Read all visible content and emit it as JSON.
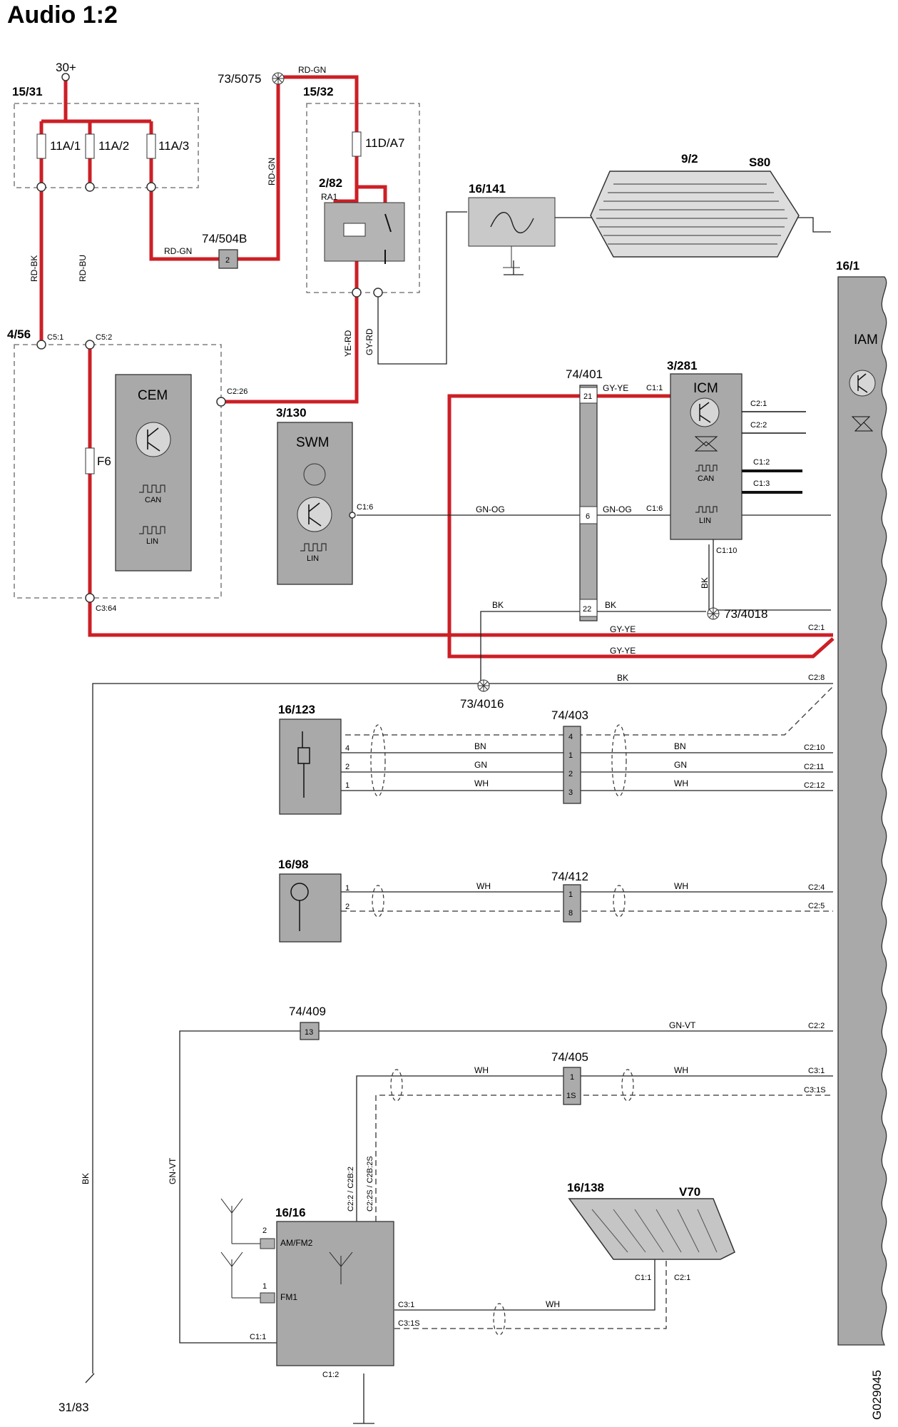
{
  "title": "Audio 1:2",
  "doc_code": "G029045",
  "supply": {
    "label": "30+"
  },
  "ground": {
    "label": "31/83"
  },
  "fusebox_1531": {
    "ref": "15/31",
    "fuses": [
      "11A/1",
      "11A/2",
      "11A/3"
    ]
  },
  "fusebox_1532": {
    "ref": "15/32",
    "fuse": "11D/A7"
  },
  "relay": {
    "ref": "2/82",
    "name": "RA1"
  },
  "ground_point_5075": "73/5075",
  "ground_point_4018": "73/4018",
  "ground_point_4016": "73/4016",
  "connector_504B": {
    "ref": "74/504B",
    "pin": "2"
  },
  "filter": {
    "ref": "16/141"
  },
  "rear_window": {
    "ref": "9/2",
    "variant": "S80"
  },
  "cem_box": {
    "ref": "4/56",
    "module": "CEM",
    "fuse": "F6"
  },
  "swm": {
    "ref": "3/130",
    "name": "SWM"
  },
  "icm": {
    "ref": "3/281",
    "name": "ICM"
  },
  "iam": {
    "ref": "16/1",
    "name": "IAM"
  },
  "connector_401": {
    "ref": "74/401",
    "pins": [
      "21",
      "6",
      "22"
    ]
  },
  "connector_403": {
    "ref": "74/403",
    "pins": [
      "4",
      "1",
      "2",
      "3"
    ]
  },
  "connector_412": {
    "ref": "74/412",
    "pins": [
      "1",
      "8"
    ]
  },
  "connector_409": {
    "ref": "74/409",
    "pin": "13"
  },
  "connector_405": {
    "ref": "74/405",
    "pins": [
      "1",
      "1S"
    ]
  },
  "aux_input": {
    "ref": "16/123"
  },
  "microphone": {
    "ref": "16/98"
  },
  "antenna_amp": {
    "ref": "16/16",
    "port_am": "AM/FM2",
    "port_fm": "FM1"
  },
  "rear_window_v70": {
    "ref": "16/138",
    "variant": "V70"
  },
  "bus_labels": {
    "can": "CAN",
    "lin": "LIN"
  },
  "wires": {
    "rd_gn": "RD-GN",
    "rd_bk": "RD-BK",
    "rd_bu": "RD-BU",
    "ye_rd": "YE-RD",
    "gy_rd": "GY-RD",
    "gy_ye": "GY-YE",
    "gn_og": "GN-OG",
    "bk": "BK",
    "bn": "BN",
    "gn": "GN",
    "wh": "WH",
    "gn_vt": "GN-VT"
  },
  "pins": {
    "c5_1": "C5:1",
    "c5_2": "C5:2",
    "c2_26": "C2:26",
    "c3_64": "C3:64",
    "c1_6": "C1:6",
    "c1_1": "C1:1",
    "c1_10": "C1:10",
    "c2_1a": "C2:1",
    "c2_2a": "C2:2",
    "c1_2a": "C1:2",
    "c1_3": "C1:3",
    "iam_c2_1": "C2:1",
    "iam_c2_8": "C2:8",
    "iam_c2_10": "C2:10",
    "iam_c2_11": "C2:11",
    "iam_c2_12": "C2:12",
    "iam_c2_4": "C2:4",
    "iam_c2_5": "C2:5",
    "iam_c2_2": "C2:2",
    "iam_c3_1": "C3:1",
    "iam_c3_1s": "C3:1S",
    "amp_c22": "C2:2 / C2B:2",
    "amp_c22s": "C2:2S / C2B:2S",
    "amp_c31": "C3:1",
    "amp_c31s": "C3:1S",
    "amp_c11": "C1:1",
    "amp_c12": "C1:2",
    "v70_c11": "C1:1",
    "v70_c21": "C2:1"
  },
  "colors": {
    "power": "#cc1f26",
    "module_fill": "#a9a9a9",
    "signal": "#222222"
  }
}
